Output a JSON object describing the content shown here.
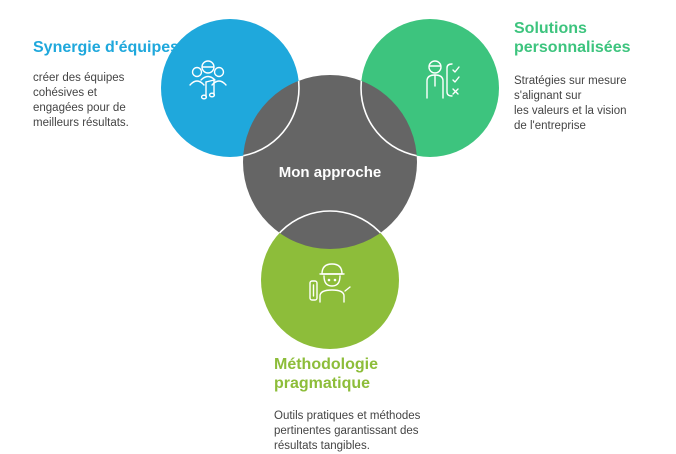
{
  "center": {
    "label": "Mon approche"
  },
  "colors": {
    "blue": "#1FA8DC",
    "green": "#3DC47E",
    "olive": "#8DBD3A",
    "gray": "#656565",
    "white": "#ffffff"
  },
  "nodes": [
    {
      "id": "synergie",
      "title": "Synergie d'équipes",
      "description": "créer des équipes\ncohésives et\nengagées pour de\nmeilleurs résultats.",
      "icon": "team-music-icon"
    },
    {
      "id": "solutions",
      "title": "Solutions\npersonnalisées",
      "description": "Stratégies sur mesure\ns'alignant sur\nles valeurs et la vision\nde l'entreprise",
      "icon": "person-checklist-icon"
    },
    {
      "id": "methodo",
      "title": "Méthodologie\npragmatique",
      "description": "Outils pratiques et méthodes\npertinentes garantissant des\nrésultats tangibles.",
      "icon": "worker-tools-icon"
    }
  ]
}
